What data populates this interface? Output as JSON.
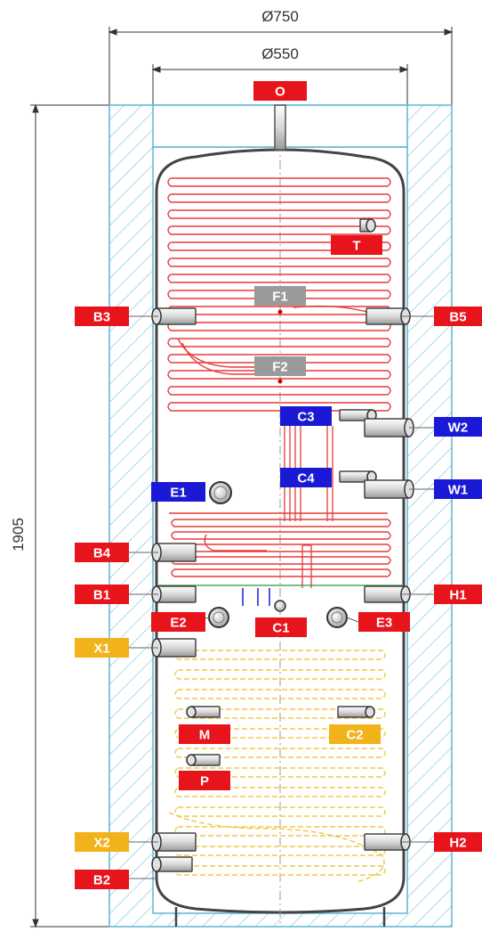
{
  "dimensions": {
    "outer_diameter": "Ø750",
    "inner_diameter": "Ø550",
    "height": "1905"
  },
  "labels": {
    "O": "O",
    "T": "T",
    "F1": "F1",
    "F2": "F2",
    "B3": "B3",
    "B5": "B5",
    "C3": "C3",
    "W2": "W2",
    "C4": "C4",
    "W1": "W1",
    "E1": "E1",
    "B4": "B4",
    "B1": "B1",
    "H1": "H1",
    "E2": "E2",
    "C1": "C1",
    "E3": "E3",
    "X1": "X1",
    "M": "M",
    "C2": "C2",
    "P": "P",
    "X2": "X2",
    "H2": "H2",
    "B2": "B2"
  },
  "colors": {
    "red": "#e8141b",
    "blue": "#1a1ad6",
    "gray": "#9a9a9a",
    "yellow": "#f2b21a",
    "insulation": "#5bb6d6",
    "coil_red": "#e83a3a",
    "coil_yellow": "#f0c84a"
  }
}
